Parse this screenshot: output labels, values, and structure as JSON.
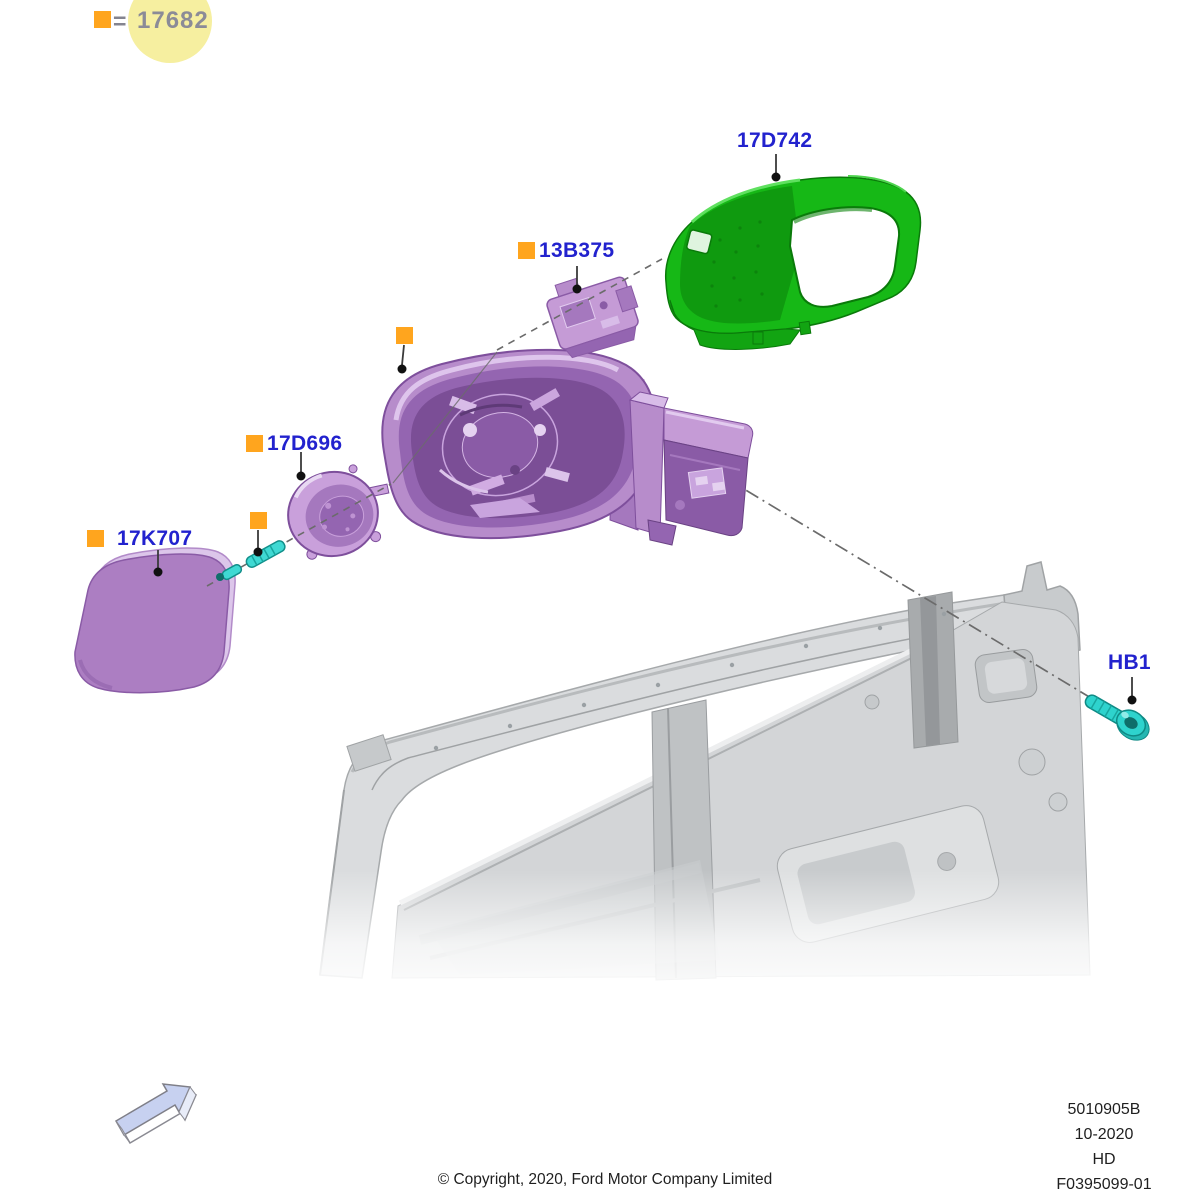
{
  "diagram": {
    "legend": {
      "equals_sign": "=",
      "part_number": "17682"
    },
    "callouts": [
      {
        "part": "mirror-cover-cap",
        "label": "17D742",
        "has_marker": false
      },
      {
        "part": "mirror-mounting-bracket",
        "label": "13B375",
        "has_marker": true
      },
      {
        "part": "mirror-assembly",
        "label": "",
        "has_marker": true
      },
      {
        "part": "mirror-motor",
        "label": "17D696",
        "has_marker": true
      },
      {
        "part": "mirror-screw",
        "label": "",
        "has_marker": true
      },
      {
        "part": "mirror-glass",
        "label": "17K707",
        "has_marker": true
      },
      {
        "part": "mounting-bolt",
        "label": "HB1",
        "has_marker": false
      }
    ],
    "colors": {
      "label_blue": "#2222CE",
      "marker_orange": "#FFA51E",
      "highlight_yellow": "#F6EFA0",
      "part_purple": "#B78CCB",
      "part_green": "#16B816",
      "part_cyan": "#2ED3CD",
      "door_gray": "#D5D7D9"
    }
  },
  "footer": {
    "copyright": "© Copyright, 2020, Ford Motor Company Limited",
    "doc_number": "5010905B",
    "date": "10-2020",
    "code": "HD",
    "figure_code": "F0395099-01"
  }
}
